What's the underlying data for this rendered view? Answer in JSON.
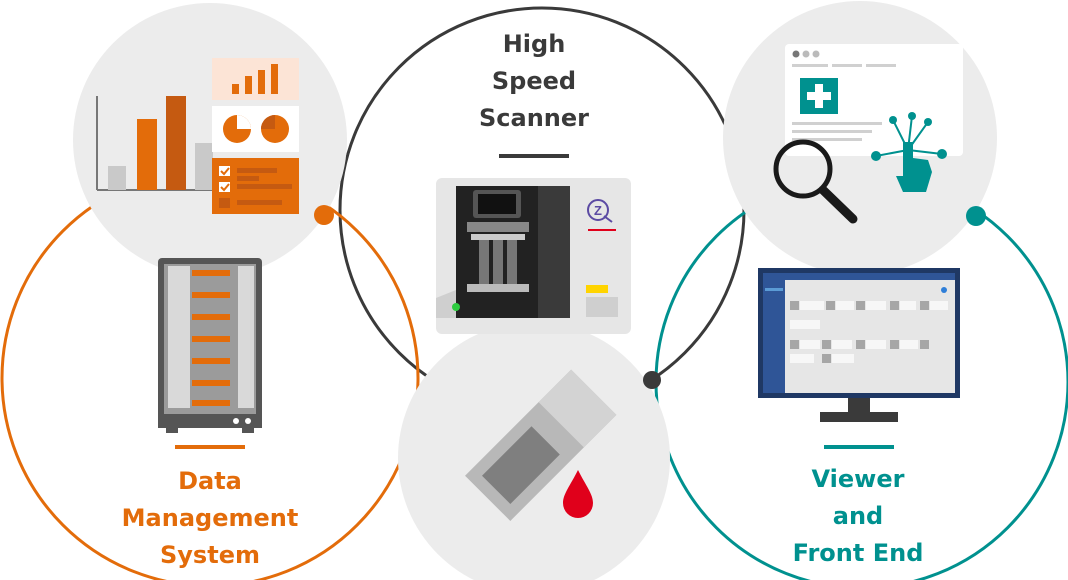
{
  "labels": {
    "scanner": [
      "High",
      "Speed",
      "Scanner"
    ],
    "dms": [
      "Data",
      "Management",
      "System"
    ],
    "viewer": [
      "Viewer",
      "and",
      "Front End"
    ]
  },
  "scanner_logo_letter": "Z",
  "icons": {
    "dms_report": "bar-chart-icon",
    "dms_server": "server-rack-icon",
    "scanner_device": "slide-scanner-icon",
    "sample_slide": "glass-slide-icon",
    "blood_drop": "blood-drop-icon",
    "viewer_browser": "browser-window-icon",
    "viewer_search": "magnifier-icon",
    "viewer_touch": "touch-hand-icon",
    "viewer_monitor": "monitor-icon"
  },
  "colors": {
    "orange": "#e36c0a",
    "dark_orange": "#c55a11",
    "teal": "#00918f",
    "dark": "#3a3a3a",
    "light_gray": "#ececec",
    "red": "#e0001b",
    "navy": "#1f3864"
  }
}
